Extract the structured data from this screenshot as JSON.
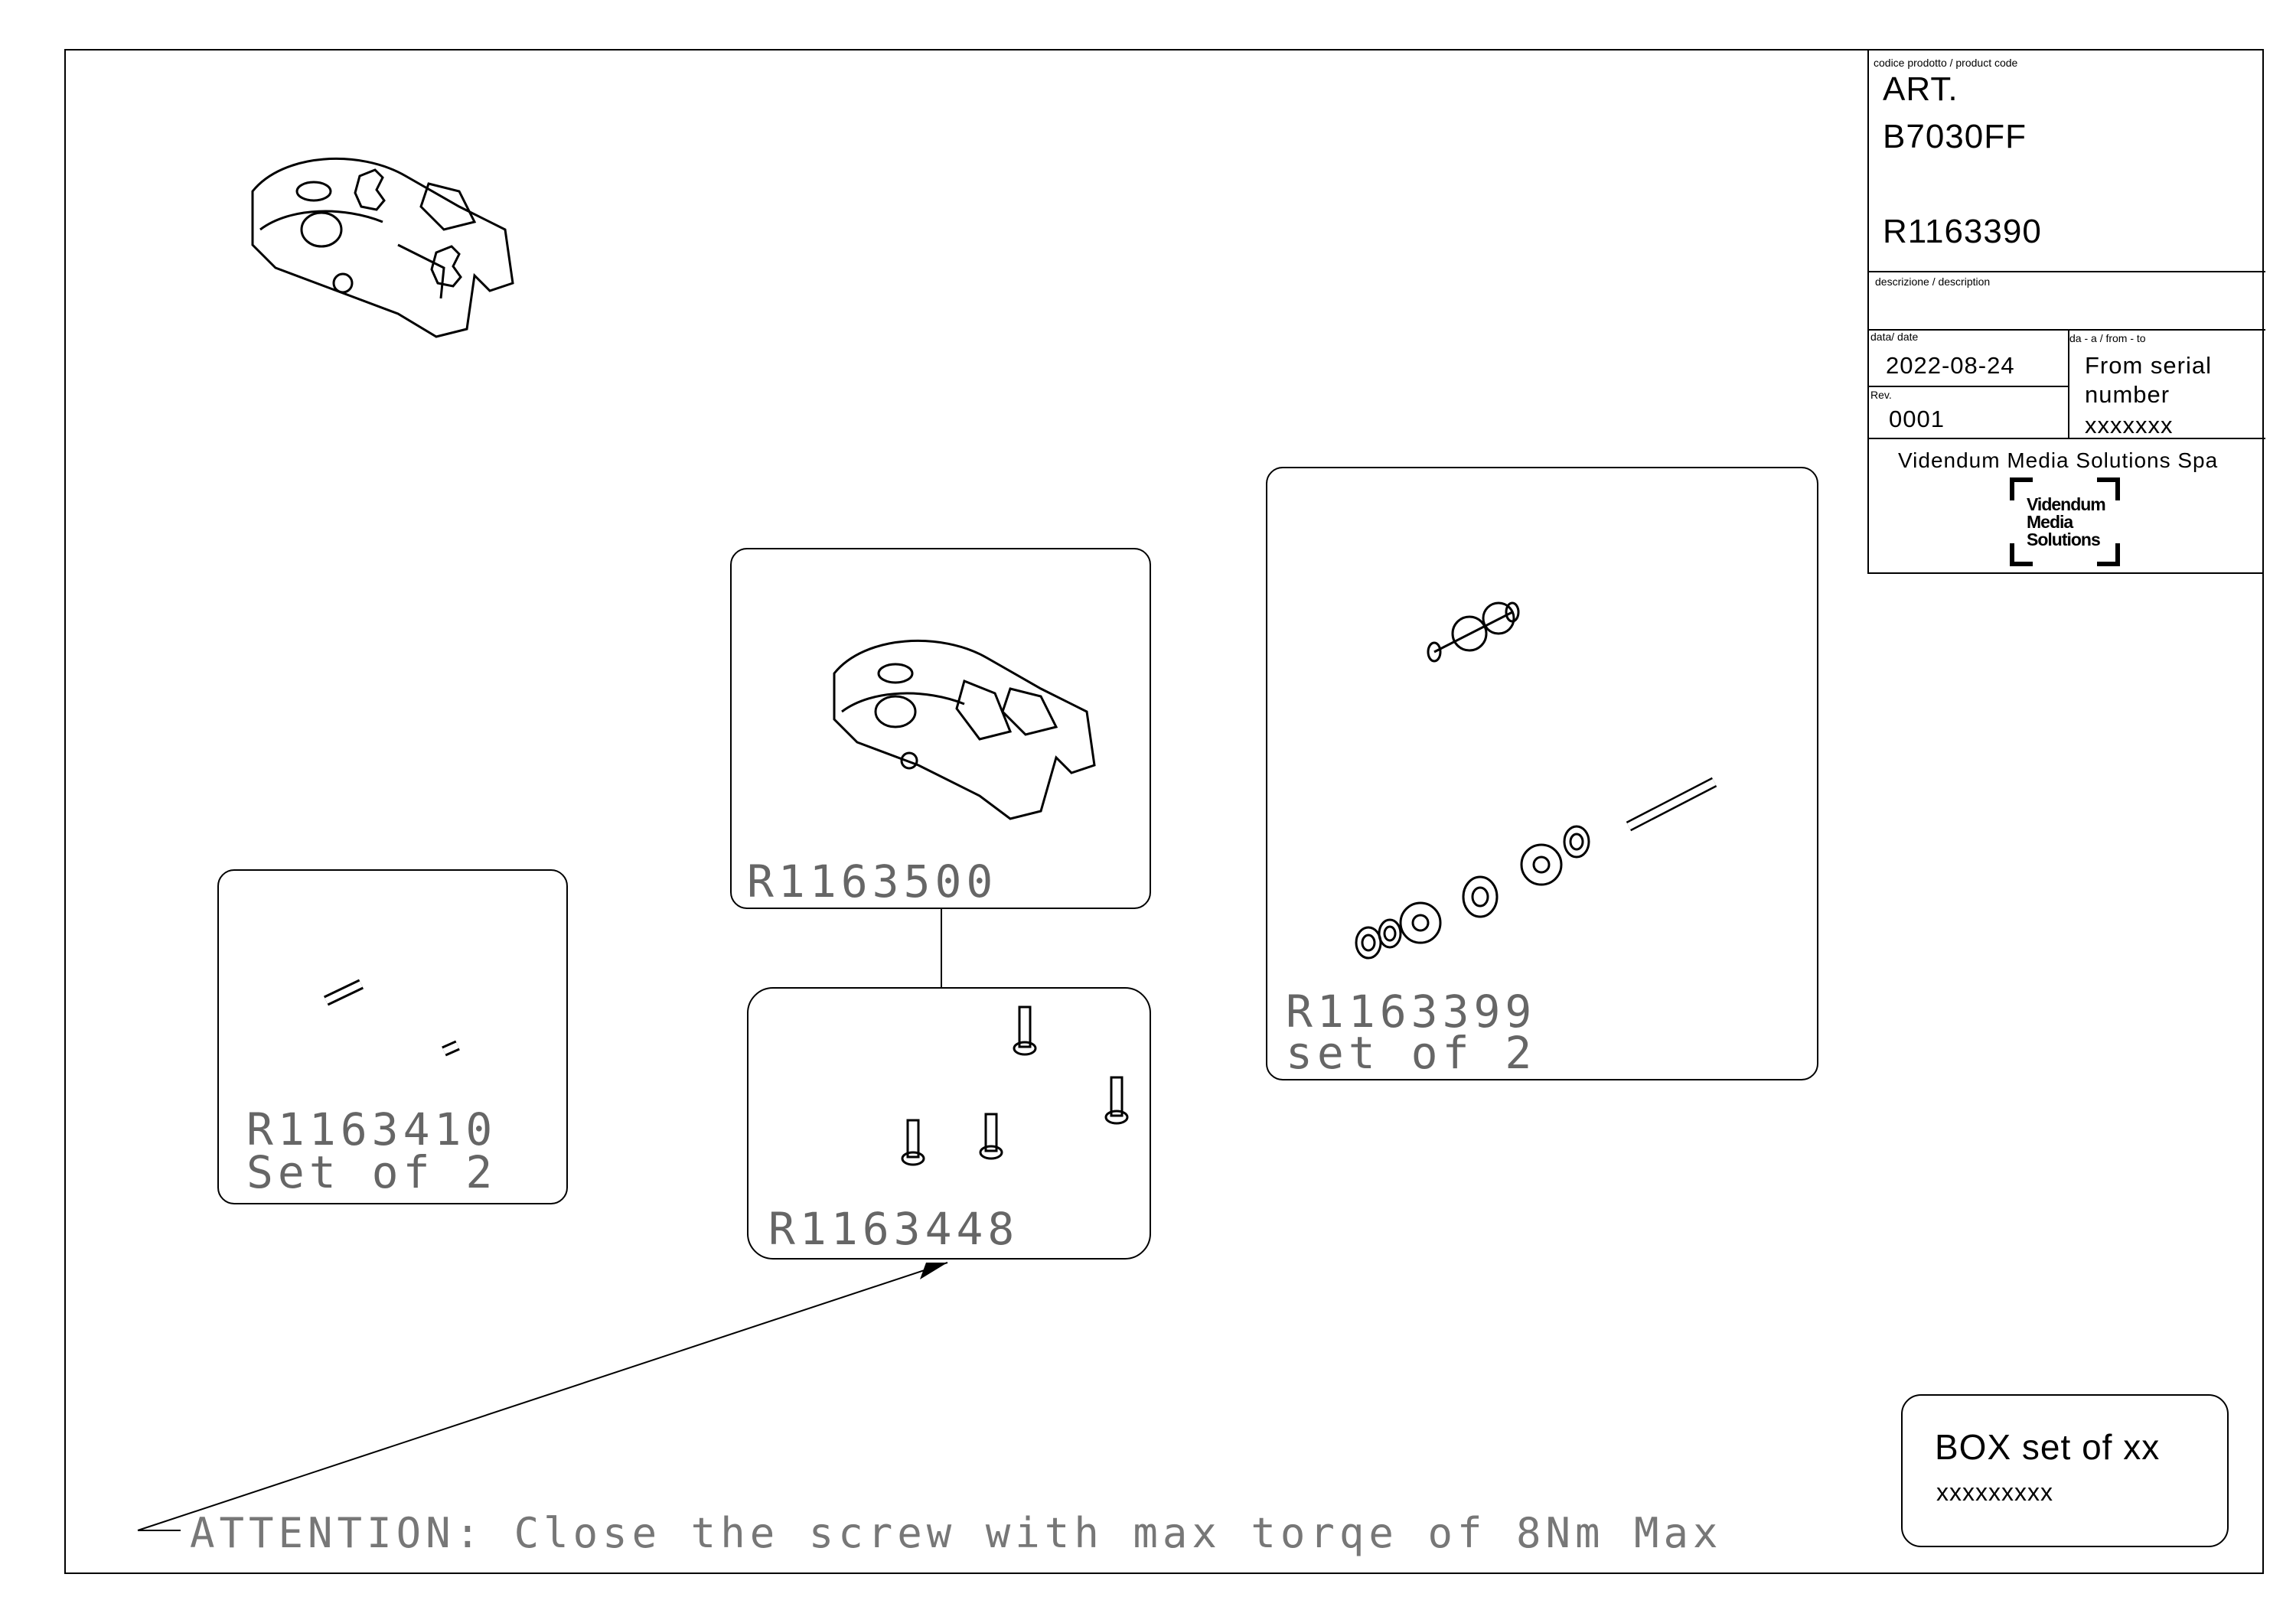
{
  "title_block": {
    "product_code_label": "codice prodotto / product code",
    "art_line1": "ART.",
    "art_line2": "B7030FF",
    "code": "R1163390",
    "description_label": "descrizione / description",
    "date_label": "data/ date",
    "date_value": "2022-08-24",
    "from_to_label": "da - a / from - to",
    "from_to_value_line1": "From serial",
    "from_to_value_line2": "number",
    "from_to_value_line3": "xxxxxxx",
    "rev_label": "Rev.",
    "rev_value": "0001",
    "company": "Videndum Media Solutions Spa",
    "logo_line1": "Videndum",
    "logo_line2": "Media",
    "logo_line3": "Solutions"
  },
  "panels": {
    "p1": {
      "code": "R1163500"
    },
    "p2": {
      "code": "R1163448"
    },
    "p3": {
      "code": "R1163399",
      "qty": "set of 2"
    },
    "p4": {
      "code": "R1163410",
      "qty": "Set of 2"
    }
  },
  "box": {
    "title": "BOX set of xx",
    "code": "xxxxxxxxx"
  },
  "attention": "ATTENTION: Close the screw with max torqe of 8Nm Max",
  "colors": {
    "line": "#000000",
    "label_gray": "#666666"
  }
}
